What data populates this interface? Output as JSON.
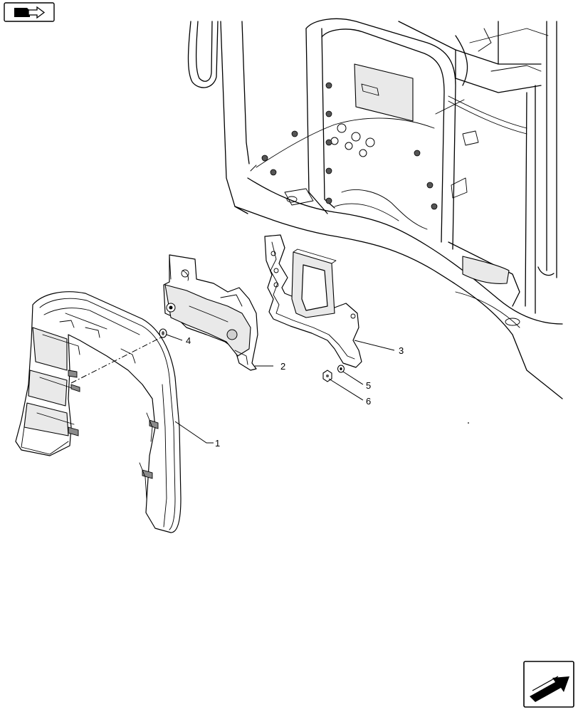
{
  "callouts": [
    {
      "id": "callout-1",
      "label": "1"
    },
    {
      "id": "callout-2",
      "label": "2"
    },
    {
      "id": "callout-3",
      "label": "3"
    },
    {
      "id": "callout-4",
      "label": "4"
    },
    {
      "id": "callout-5",
      "label": "5"
    },
    {
      "id": "callout-6",
      "label": "6"
    }
  ],
  "icons": {
    "top_left": "book-arrow-icon",
    "bottom_right": "next-page-arrow-icon"
  }
}
